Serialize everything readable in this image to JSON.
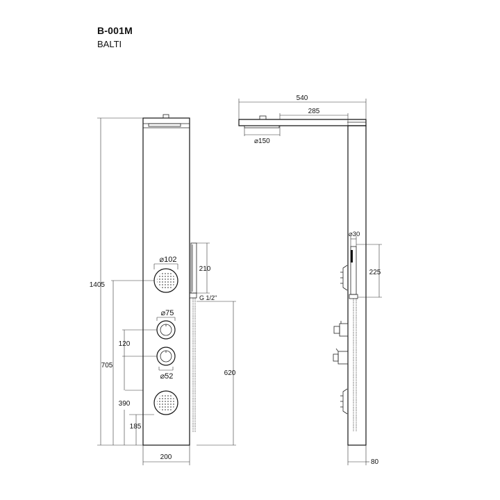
{
  "product": {
    "code": "B-001M",
    "name": "BALTI"
  },
  "front_view": {
    "width": "200",
    "height": "1405",
    "hand_shower_holder": "210",
    "head_diameter": "⌀102",
    "valve_diameter": "⌀75",
    "knob_diameter": "⌀52",
    "connection": "G 1/2\"",
    "hose_length": "620",
    "valve_height": "705",
    "valve_spacing": "120",
    "lower_jet_height": "390",
    "bottom_offset": "185"
  },
  "side_view": {
    "overall_depth": "540",
    "arm_length": "285",
    "head_diameter": "⌀150",
    "hand_shower_diameter": "⌀30",
    "hand_shower_length": "225",
    "panel_depth": "80"
  }
}
